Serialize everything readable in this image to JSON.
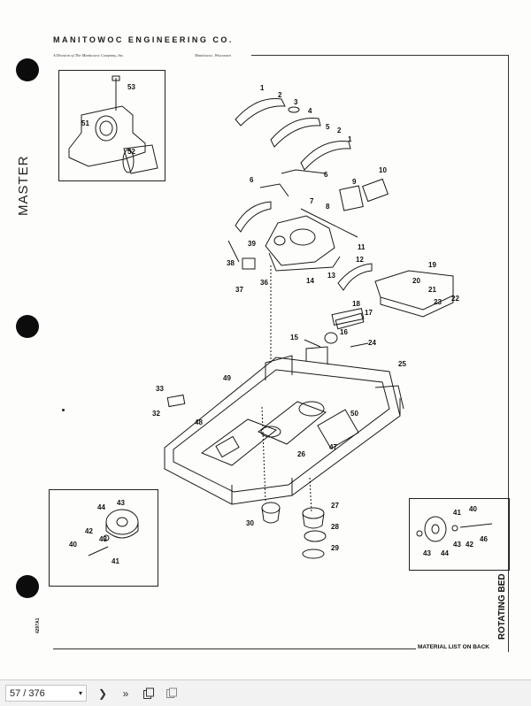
{
  "header": {
    "company": "MANITOWOC ENGINEERING CO.",
    "division": "A Division of The Manitowoc Company, Inc.",
    "location": "Manitowoc, Wisconsin"
  },
  "side_labels": {
    "master": "MASTER",
    "section": "ROTATING BED",
    "doc_number": "4297A1"
  },
  "footer": {
    "material_list": "MATERIAL LIST ON BACK"
  },
  "callouts": {
    "c1": "1",
    "c2": "2",
    "c3": "3",
    "c4": "4",
    "c5": "5",
    "c6": "6",
    "c7": "7",
    "c8": "8",
    "c9": "9",
    "c10": "10",
    "c11": "11",
    "c12": "12",
    "c13": "13",
    "c14": "14",
    "c15": "15",
    "c16": "16",
    "c17": "17",
    "c18": "18",
    "c19": "19",
    "c20": "20",
    "c21": "21",
    "c22": "22",
    "c23": "23",
    "c24": "24",
    "c25": "25",
    "c26": "26",
    "c27": "27",
    "c28": "28",
    "c29": "29",
    "c30": "30",
    "c32": "32",
    "c33": "33",
    "c36": "36",
    "c37": "37",
    "c38": "38",
    "c39": "39",
    "c40": "40",
    "c41": "41",
    "c42": "42",
    "c43": "43",
    "c44": "44",
    "c46": "46",
    "c47": "47",
    "c48": "48",
    "c49": "49",
    "c50": "50",
    "c51": "51",
    "c52": "52",
    "c53": "53"
  },
  "viewer": {
    "page_indicator": "57 / 376",
    "dropdown_icon": "chevron-down-icon",
    "next_icon": "chevron-right-icon",
    "last_icon": "double-chevron-right-icon",
    "copy_icon": "copy-icon",
    "fit_icon": "page-fit-icon"
  }
}
